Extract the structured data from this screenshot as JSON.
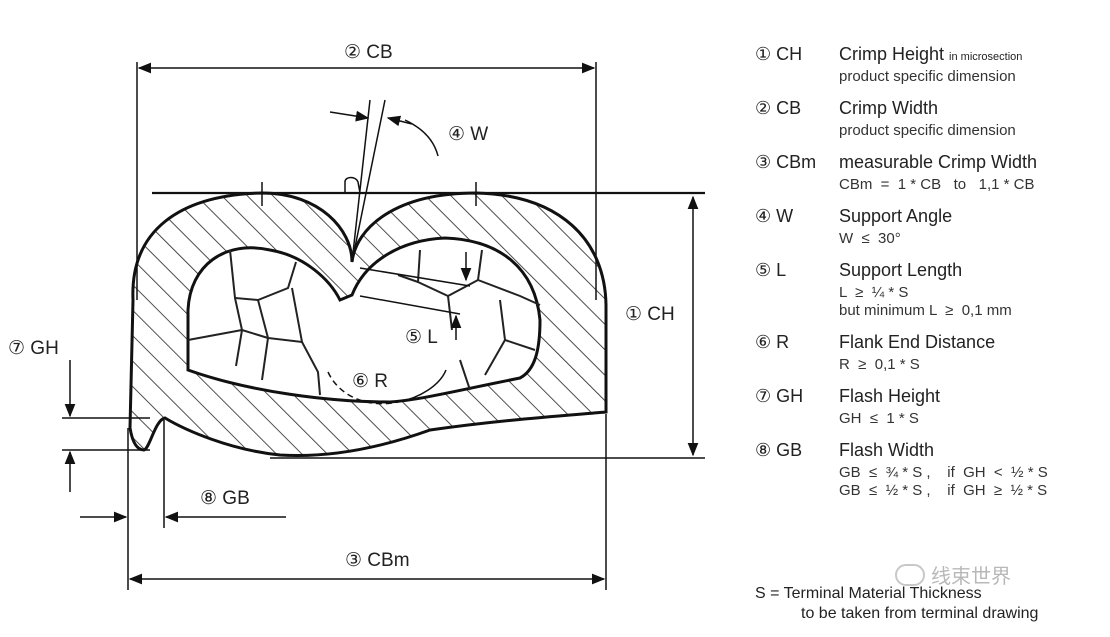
{
  "diagram": {
    "dim_cb": "② CB",
    "dim_w": "④ W",
    "dim_ch": "① CH",
    "dim_gh": "⑦ GH",
    "dim_gb": "⑧ GB",
    "dim_cbm": "③ CBm",
    "dim_l": "⑤ L",
    "dim_r": "⑥ R"
  },
  "legend": [
    {
      "code": "① CH",
      "title": "Crimp Height",
      "title_small": "in microsection",
      "lines": "product specific dimension"
    },
    {
      "code": "② CB",
      "title": "Crimp Width",
      "title_small": "",
      "lines": "product specific dimension"
    },
    {
      "code": "③ CBm",
      "title": "measurable Crimp Width",
      "title_small": "",
      "lines": "CBm  =  1 * CB   to   1,1 * CB"
    },
    {
      "code": "④ W",
      "title": "Support Angle",
      "title_small": "",
      "lines": "W  ≤  30°"
    },
    {
      "code": "⑤ L",
      "title": "Support Length",
      "title_small": "",
      "lines": "L  ≥  ¼ * S\nbut minimum L  ≥  0,1 mm"
    },
    {
      "code": "⑥ R",
      "title": "Flank End Distance",
      "title_small": "",
      "lines": "R  ≥  0,1 * S"
    },
    {
      "code": "⑦ GH",
      "title": "Flash Height",
      "title_small": "",
      "lines": "GH  ≤  1 * S"
    },
    {
      "code": "⑧ GB",
      "title": "Flash Width",
      "title_small": "",
      "lines": "GB  ≤  ¾ * S ,    if  GH  <  ½ * S\nGB  ≤  ½ * S ,    if  GH  ≥  ½ * S"
    }
  ],
  "note": {
    "line1": "S  =  Terminal Material Thickness",
    "line2": "to be taken from terminal drawing"
  },
  "watermark": "线束世界"
}
